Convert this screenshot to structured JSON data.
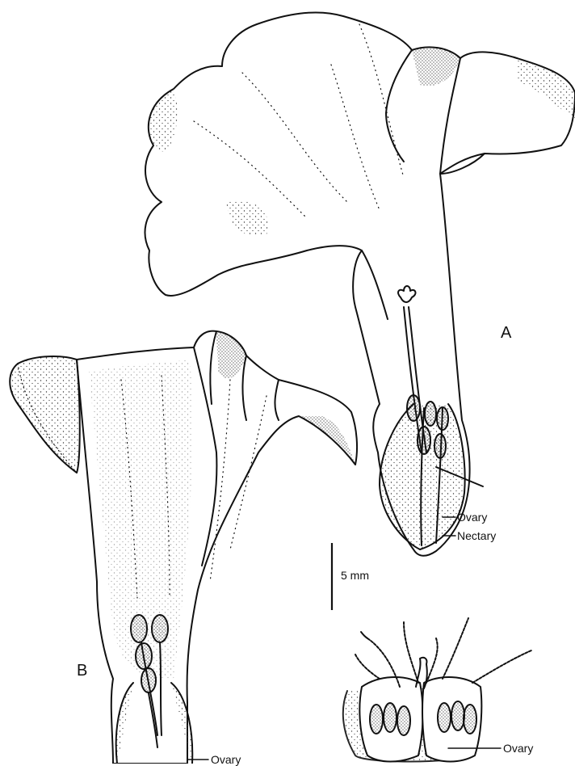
{
  "figure": {
    "panel_a_label": "A",
    "panel_b_label": "B",
    "scale_bar_label": "5 mm",
    "callouts_a": {
      "ovary": "Ovary",
      "nectary": "Nectary"
    },
    "callout_b_ovary": "Ovary",
    "callout_c_ovary": "Ovary"
  },
  "colors": {
    "ink": "#111111",
    "background": "#ffffff",
    "stipple": "#333333"
  }
}
